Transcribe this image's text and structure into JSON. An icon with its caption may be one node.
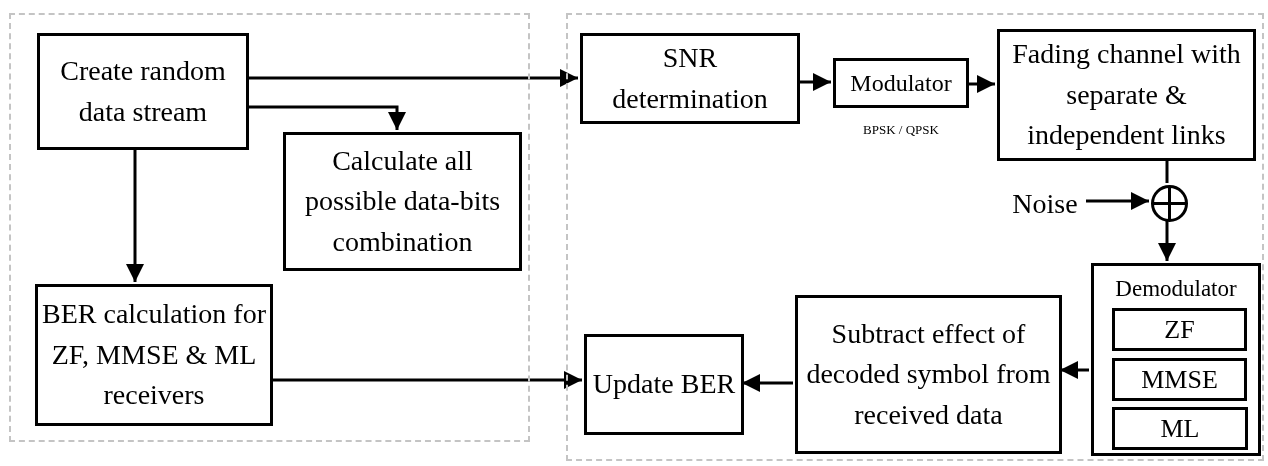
{
  "diagram": {
    "nodes": [
      {
        "text": [],
        "shape": "box"
      },
      {
        "text": [
          "Create random data stream"
        ],
        "in": 0
      },
      {
        "text": [
          "Calculate all possible data-bits combination"
        ],
        "in": 0
      },
      {
        "text": [
          "BER calculation for ZF, MMSE & ML receivers"
        ],
        "in": 0
      },
      {
        "text": [],
        "shape": "box"
      },
      {
        "text": [
          "SNR determination"
        ],
        "in": 4
      },
      {
        "text": [
          "Modulator"
        ],
        "in": 4,
        "beside": [
          "BPSK / QPSK"
        ]
      },
      {
        "text": [
          "Fading channel with separate & independent links"
        ],
        "in": 4
      },
      {
        "text": [
          "Noise"
        ],
        "in": 4
      },
      {
        "text": [],
        "shape": "circle",
        "in": 4
      },
      {
        "text": [
          "Demodulator"
        ],
        "in": 4
      },
      {
        "text": [
          "ZF"
        ],
        "in": 10
      },
      {
        "text": [
          "MMSE"
        ],
        "in": 10
      },
      {
        "text": [
          "ML"
        ],
        "in": 10
      },
      {
        "text": [
          "Subtract effect of decoded symbol from received data"
        ],
        "in": 4
      },
      {
        "text": [
          "Update BER"
        ],
        "in": 4
      }
    ],
    "edges": [
      {
        "from": 1,
        "to": 5,
        "arrow": "to"
      },
      {
        "from": 1,
        "to": 2,
        "arrow": "to"
      },
      {
        "from": 1,
        "to": 3,
        "arrow": "to"
      },
      {
        "from": 5,
        "to": 6,
        "arrow": "to"
      },
      {
        "from": 6,
        "to": 7,
        "arrow": "to"
      },
      {
        "from": 7,
        "to": 9,
        "arrow": "none"
      },
      {
        "from": 8,
        "to": 9,
        "arrow": "to"
      },
      {
        "from": 9,
        "to": 10,
        "arrow": "to"
      },
      {
        "from": 10,
        "to": 14,
        "arrow": "to"
      },
      {
        "from": 14,
        "to": 15,
        "arrow": "to"
      },
      {
        "from": 3,
        "to": 15,
        "arrow": "to"
      }
    ]
  }
}
